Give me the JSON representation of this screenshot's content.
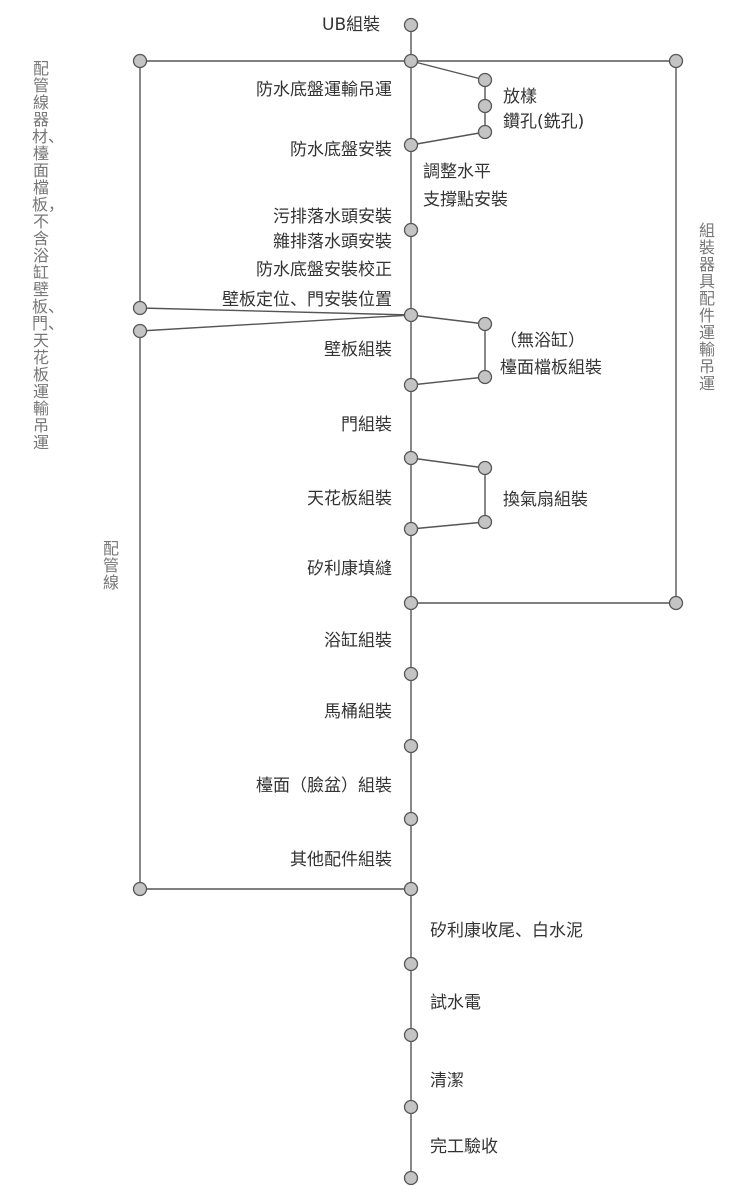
{
  "flow": {
    "start": "UB組裝",
    "steps_left": [
      "防水底盤運輸吊運",
      "防水底盤安裝",
      "污排落水頭安裝",
      "雜排落水頭安裝",
      "防水底盤安裝校正",
      "壁板定位、門安裝位置",
      "壁板組裝",
      "門組裝",
      "天花板組裝",
      "矽利康填縫",
      "浴缸組裝",
      "馬桶組裝",
      "檯面（臉盆）組裝",
      "其他配件組裝"
    ],
    "steps_right": [
      "放樣",
      "鑽孔(銑孔)",
      "調整水平",
      "支撐點安裝",
      "（無浴缸）",
      "檯面檔板組裝",
      "換氣扇組裝"
    ],
    "final_steps": [
      "矽利康收尾、白水泥",
      "試水電",
      "清潔",
      "完工驗收"
    ]
  },
  "side_labels": {
    "far_left": "配管線器材、檯面檔板，不含浴缸壁板、門、天花板運輸吊運",
    "inner_left": "配管線",
    "right": "組裝器具配件運輸吊運"
  },
  "colors": {
    "line": "#555555",
    "node_fill": "#c4c4c4",
    "text": "#333333",
    "side_text": "#777777"
  }
}
